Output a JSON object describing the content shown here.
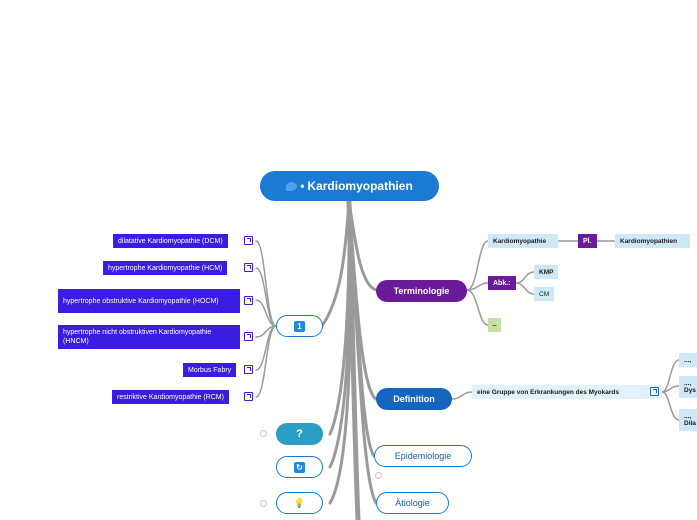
{
  "root": {
    "title": "Kardiomyopathien",
    "bullet": "•"
  },
  "left_items": [
    {
      "label": "dilatative Kardiomyopathie (DCM)"
    },
    {
      "label": "hypertrophe Kardiomyopathie (HCM)"
    },
    {
      "label": "hypertrophe obstruktive Kardiomyopathie (HOCM)"
    },
    {
      "label": "hypertrophe nicht obstruktiven Kardiomyopathie (HNCM)"
    },
    {
      "label": "Morbus Fabry"
    },
    {
      "label": "restriktive Kardiomyopathie (RCM)"
    }
  ],
  "left_icons": {
    "list": "1",
    "question": "?",
    "refresh": "↻",
    "bulb": "💡"
  },
  "terminologie": {
    "label": "Terminologie",
    "term": "Kardiomyopathie",
    "plural_label": "Pl.",
    "plural": "Kardiomyopathien",
    "abbr_label": "Abk.:",
    "abbr": [
      "KMP",
      "CM"
    ],
    "dash": "–"
  },
  "definition": {
    "label": "Definition",
    "text": "eine Gruppe von Erkrankungen des Myokards",
    "sub_prefix": "..., ",
    "sub": [
      "",
      "Dys",
      "Dila"
    ]
  },
  "epidemiologie": {
    "label": "Epidemiologie"
  },
  "aetiologie": {
    "label": "Ätiologie"
  },
  "colors": {
    "root": "#1b7ad3",
    "purple": "#6a1b9a",
    "item": "#3a1de0",
    "definition": "#1565c0"
  }
}
